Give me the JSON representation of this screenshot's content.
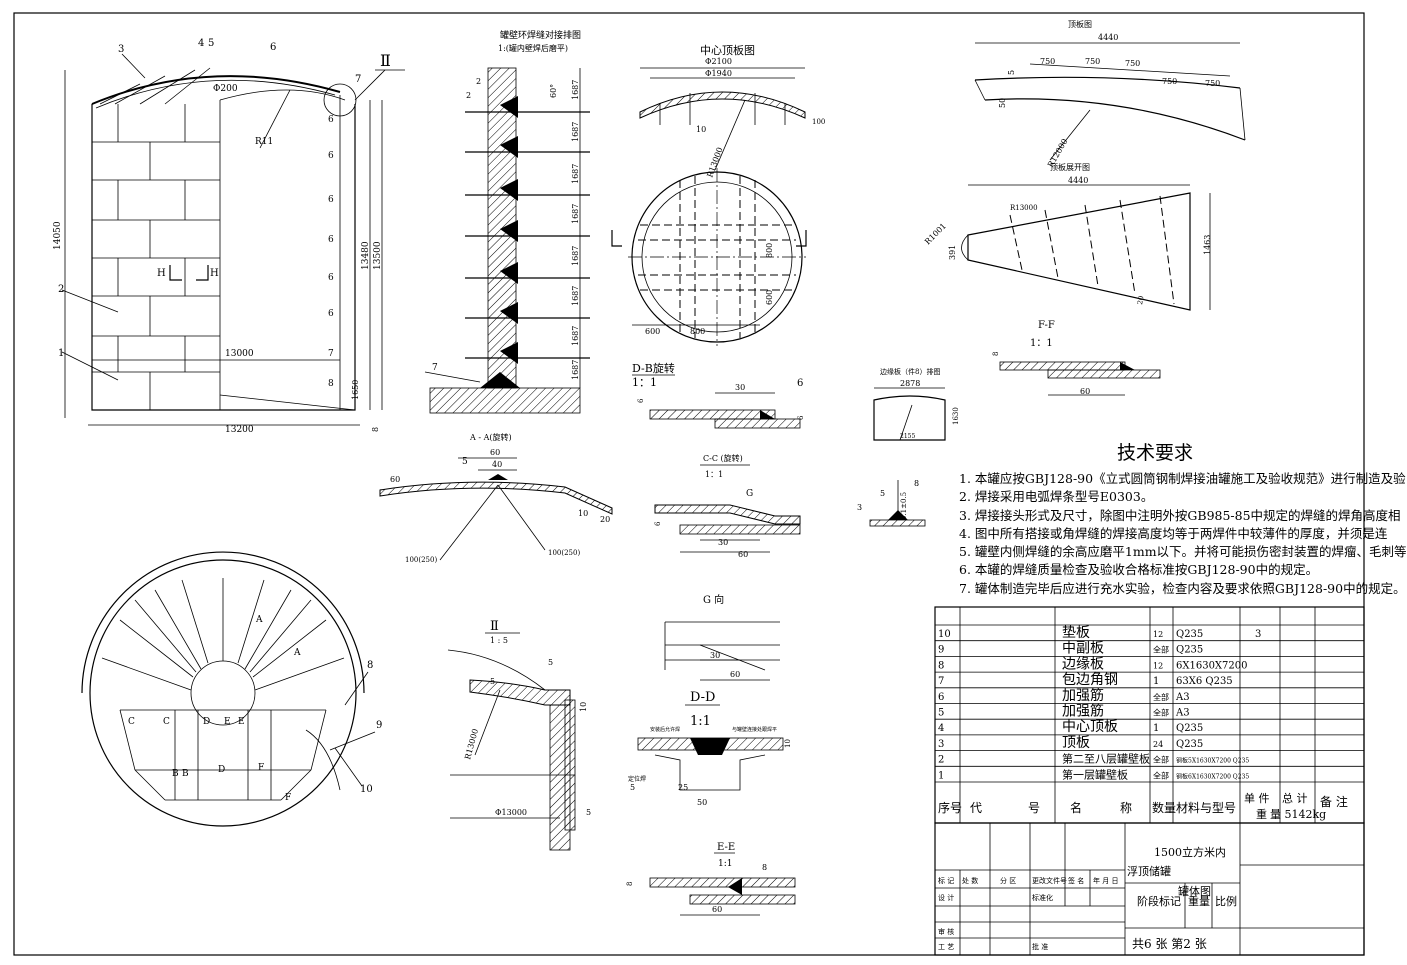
{
  "overview": {
    "labels": [
      "3",
      "4",
      "5",
      "6",
      "7",
      "1",
      "2"
    ],
    "detail_ref": "Ⅱ",
    "dims": {
      "height_total": "14050",
      "height_mid": "13480",
      "height_shell": "13500",
      "shell_dia": "13000",
      "base_dia": "13200",
      "r_roof": "R11",
      "roof_dim": "Φ200",
      "bottom": "1650",
      "bottom2": "8"
    },
    "side_marks": [
      "6",
      "6",
      "6",
      "6",
      "6",
      "6",
      "7",
      "8"
    ],
    "section_marks": [
      "H",
      "H"
    ]
  },
  "weld_diagram": {
    "title": "罐壁环焊缝对接排图",
    "subtitle": "1:(罐内壁焊后磨平)",
    "row_dims": [
      "1687",
      "1687",
      "1687",
      "1687",
      "1687",
      "1687",
      "1687",
      "1687"
    ],
    "gap_marks": [
      "2",
      "2"
    ],
    "angle_marks": [
      "60°"
    ],
    "base_mark": "7"
  },
  "center_plate": {
    "title": "中心顶板图",
    "dims": {
      "outer": "Φ2100",
      "inner": "Φ1940",
      "gap": "10",
      "radius": "R13000",
      "w1": "600",
      "w2": "800",
      "h1": "800",
      "h2": "600"
    },
    "ref": "100"
  },
  "roof_plate": {
    "title": "顶板图",
    "width": "4440",
    "segs": [
      "750",
      "750",
      "750",
      "750",
      "750"
    ],
    "side": "5",
    "h": "50",
    "radius": "R12000"
  },
  "roof_develop": {
    "title": "顶板展开图",
    "width": "4440",
    "h": "1463",
    "r_small": "R1001",
    "r_large": "R13000",
    "left": "391",
    "bottom": "20"
  },
  "ff": {
    "title": "F-F",
    "scale": "1：1",
    "dim": "60",
    "t": "8"
  },
  "edge_plate": {
    "title": "边缘板（件8）排图",
    "w": "2878",
    "h": "1630",
    "base": "2155"
  },
  "small_detail": {
    "labels": [
      "3",
      "5",
      "8"
    ],
    "t": "0.1±0.5"
  },
  "bb": {
    "title": "D-B旋转",
    "scale": "1：1",
    "dim": "30",
    "mark": "6",
    "t1": "6",
    "t2": "6"
  },
  "aa": {
    "title": "A - A(旋转)",
    "dims": [
      "60",
      "40",
      "60",
      "10",
      "20"
    ],
    "mark": "5",
    "left": "100(250)",
    "right": "100(250)"
  },
  "cc": {
    "title": "C-C (旋转)",
    "scale": "1：1",
    "mark": "G",
    "dims": [
      "30",
      "60"
    ],
    "t": "6"
  },
  "plan": {
    "labels": [
      "8",
      "9",
      "10"
    ],
    "sections": [
      "A",
      "A",
      "B",
      "B",
      "C",
      "C",
      "D",
      "D",
      "E",
      "E",
      "F",
      "F"
    ]
  },
  "detail2": {
    "title": "Ⅱ",
    "scale": "1 : 5",
    "dims": {
      "d1": "5",
      "d2": "10",
      "dia": "Φ13000",
      "bottom": "5",
      "radius": "R13000",
      "left": "5"
    }
  },
  "g_view": {
    "title": "G 向",
    "dims": [
      "30",
      "60"
    ]
  },
  "dd": {
    "title": "D-D",
    "scale": "1:1",
    "note_left": "安装后允许焊",
    "note_right": "与罐壁连接处跟焊平",
    "dims": [
      "25",
      "50"
    ],
    "mark": "5",
    "t": "10",
    "note_bottom": "定位焊"
  },
  "ee": {
    "title": "E-E",
    "scale": "1:1",
    "mark": "8",
    "t": "8",
    "dim": "60"
  },
  "tech": {
    "title": "技术要求",
    "items": [
      "1. 本罐应按GBJ128-90《立式圆筒钢制焊接油罐施工及验收规范》进行制造及验",
      "2. 焊接采用电弧焊条型号E0303。",
      "3. 焊接接头形式及尺寸，除图中注明外按GB985-85中规定的焊缝的焊角高度相",
      "4. 图中所有搭接或角焊缝的焊接高度均等于两焊件中较薄件的厚度，并须是连",
      "5. 罐壁内侧焊缝的余高应磨平1mm以下。并将可能损伤密封装置的焊瘤、毛刺等",
      "6. 本罐的焊缝质量检查及验收合格标准按GBJ128-90中的规定。",
      "7. 罐体制造完毕后应进行充水实验，检查内容及要求依照GBJ128-90中的规定。"
    ]
  },
  "bom": {
    "rows": [
      {
        "no": "10",
        "name": "垫板",
        "qty": "12",
        "mat": "Q235",
        "unit": "3"
      },
      {
        "no": "9",
        "name": "中副板",
        "qty": "全部",
        "mat": "Q235",
        "unit": ""
      },
      {
        "no": "8",
        "name": "边缘板",
        "qty": "12",
        "mat": "6X1630X7200",
        "unit": ""
      },
      {
        "no": "7",
        "name": "包边角钢",
        "qty": "1",
        "mat": "63X6  Q235",
        "unit": ""
      },
      {
        "no": "6",
        "name": "加强筋",
        "qty": "全部",
        "mat": "A3",
        "unit": ""
      },
      {
        "no": "5",
        "name": "加强筋",
        "qty": "全部",
        "mat": "A3",
        "unit": ""
      },
      {
        "no": "4",
        "name": "中心顶板",
        "qty": "1",
        "mat": "Q235",
        "unit": ""
      },
      {
        "no": "3",
        "name": "顶板",
        "qty": "24",
        "mat": "Q235",
        "unit": ""
      },
      {
        "no": "2",
        "name": "第二至八层罐壁板",
        "qty": "全部",
        "mat": "钢板5X1630X7200 Q235",
        "unit": ""
      },
      {
        "no": "1",
        "name": "第一层罐壁板",
        "qty": "全部",
        "mat": "钢板6X1630X7200 Q235",
        "unit": ""
      }
    ],
    "header": {
      "no": "序号",
      "code": "代",
      "code2": "号",
      "name": "名",
      "name2": "称",
      "qty": "数量",
      "mat": "材料与型号",
      "unit": "单  件",
      "unit2": "重",
      "total": "总  计",
      "total2": "量 5142kg",
      "remark": "备  注"
    }
  },
  "title_block": {
    "project": "1500立方米内",
    "project2": "浮顶储罐",
    "drawing": "罐体图",
    "stage": "阶段标记",
    "weight": "重量",
    "scale": "比例",
    "row_labels": [
      "标 记",
      "处 数",
      "分 区",
      "更改文件号",
      "签 名",
      "年 月 日"
    ],
    "design": "设  计",
    "standard": "标准化",
    "review": "审  核",
    "process": "工  艺",
    "approve": "批  准",
    "sheets": "共6  张  第2  张"
  }
}
